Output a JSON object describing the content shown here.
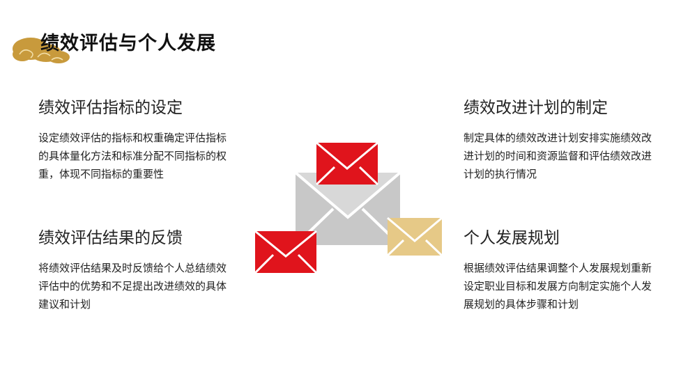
{
  "title": "绩效评估与个人发展",
  "colors": {
    "red": "#e0141c",
    "gray": "#c8c8c8",
    "gold": "#e6c987",
    "logo": "#c89a3c"
  },
  "sections": [
    {
      "title": "绩效评估指标的设定",
      "text": "设定绩效评估的指标和权重确定评估指标的具体量化方法和标准分配不同指标的权重，体现不同指标的重要性"
    },
    {
      "title": "绩效评估结果的反馈",
      "text": "将绩效评估结果及时反馈给个人总结绩效评估中的优势和不足提出改进绩效的具体建议和计划"
    },
    {
      "title": "绩效改进计划的制定",
      "text": "制定具体的绩效改进计划安排实施绩效改进计划的时间和资源监督和评估绩效改进计划的执行情况"
    },
    {
      "title": "个人发展规划",
      "text": "根据绩效评估结果调整个人发展规划重新设定职业目标和发展方向制定实施个人发展规划的具体步骤和计划"
    }
  ]
}
